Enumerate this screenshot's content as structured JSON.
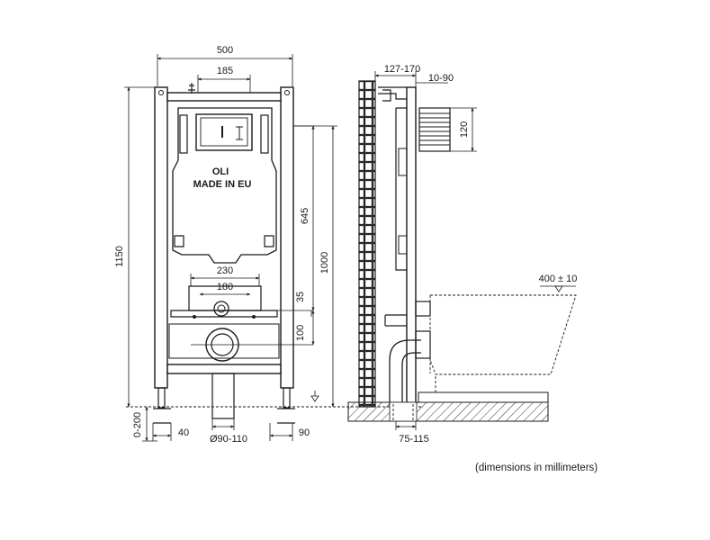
{
  "front_view": {
    "labels": {
      "brand": "OLI",
      "made_in": "MADE IN EU"
    },
    "dimensions": {
      "total_width": "500",
      "top_opening_width": "185",
      "total_height": "1150",
      "tank_height": "645",
      "fixing_height": "1000",
      "drain_spacing_outer": "230",
      "drain_spacing_inner": "180",
      "upper_offset": "35",
      "lower_offset": "100",
      "leg_adjust": "0-200",
      "foot_width": "40",
      "drain_diameter": "Ø90-110",
      "foot_offset": "90"
    }
  },
  "side_view": {
    "dimensions": {
      "wall_depth": "127-170",
      "flush_depth": "10-90",
      "flush_height": "120",
      "bowl_height": "400 ± 10",
      "drain_offset": "75-115"
    }
  },
  "notes": {
    "units": "(dimensions in millimeters)"
  }
}
